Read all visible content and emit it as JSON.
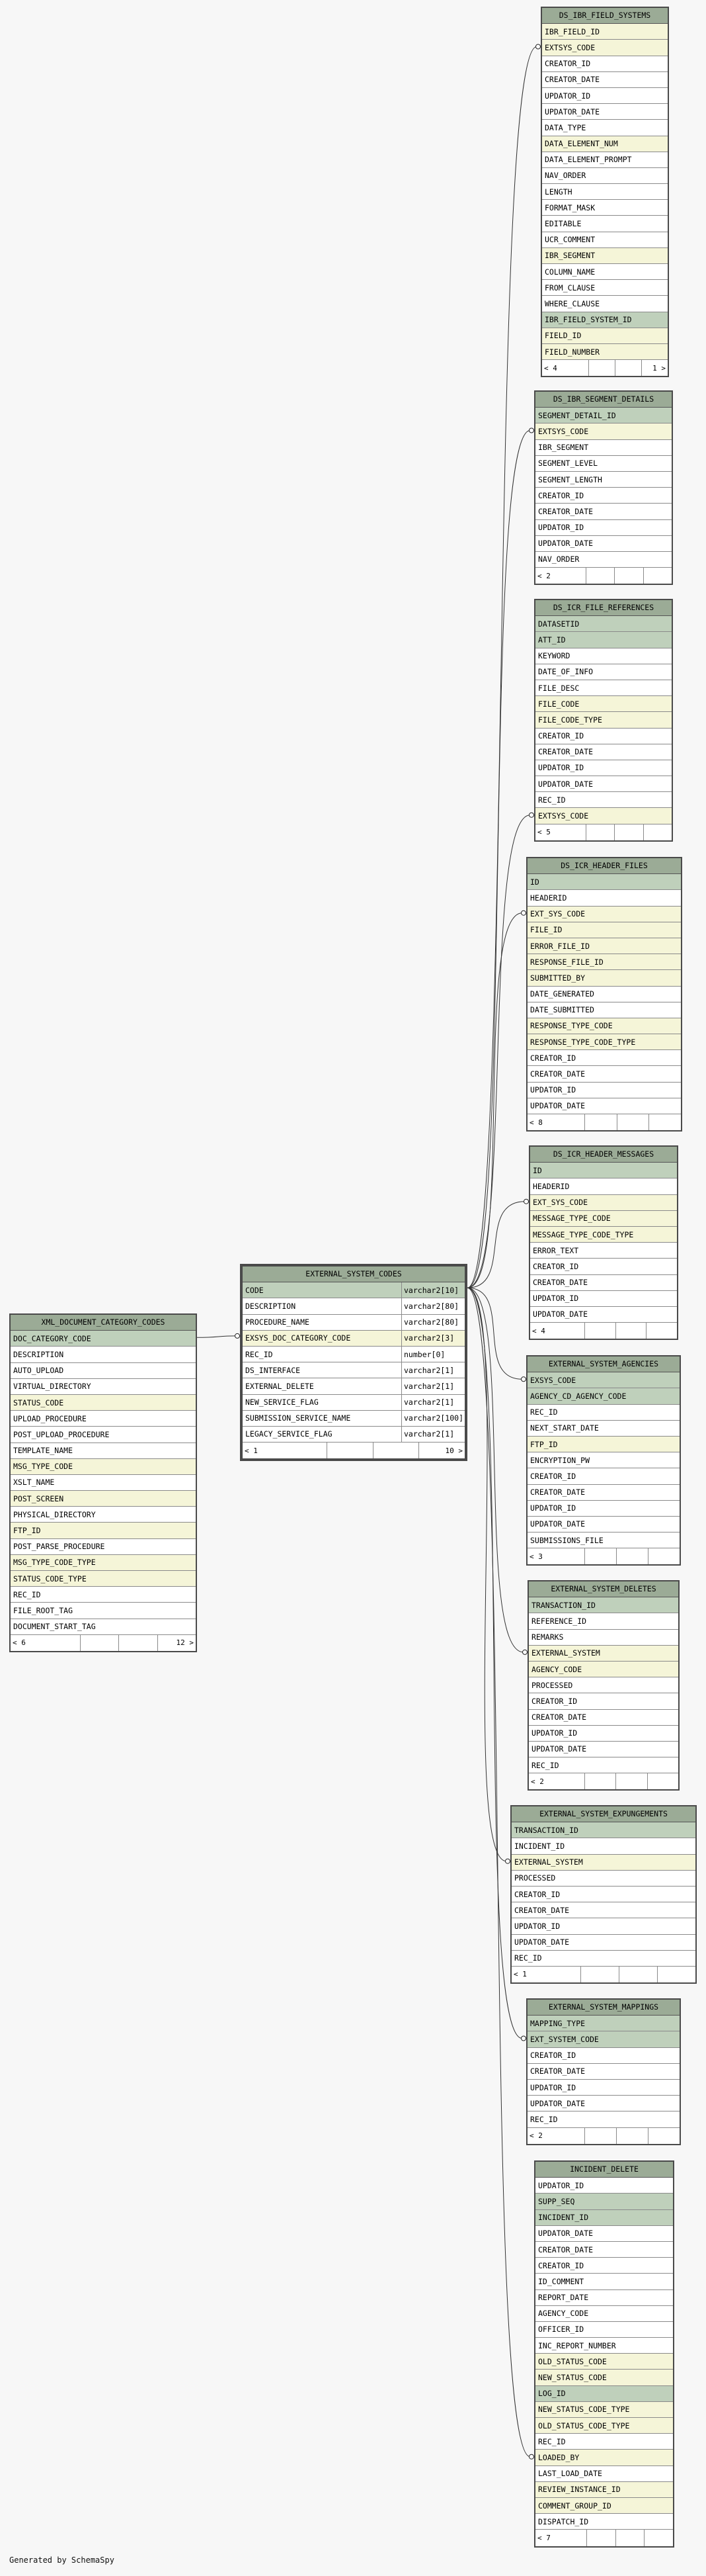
{
  "footer": {
    "credit": "Generated by SchemaSpy"
  },
  "tables": [
    {
      "name": "DS_IBR_FIELD_SYSTEMS",
      "cols": [
        {
          "n": "IBR_FIELD_ID",
          "k": "fk"
        },
        {
          "n": "EXTSYS_CODE",
          "k": "fk"
        },
        {
          "n": "CREATOR_ID",
          "k": ""
        },
        {
          "n": "CREATOR_DATE",
          "k": ""
        },
        {
          "n": "UPDATOR_ID",
          "k": ""
        },
        {
          "n": "UPDATOR_DATE",
          "k": ""
        },
        {
          "n": "DATA_TYPE",
          "k": ""
        },
        {
          "n": "DATA_ELEMENT_NUM",
          "k": "fk"
        },
        {
          "n": "DATA_ELEMENT_PROMPT",
          "k": ""
        },
        {
          "n": "NAV_ORDER",
          "k": ""
        },
        {
          "n": "LENGTH",
          "k": ""
        },
        {
          "n": "FORMAT_MASK",
          "k": ""
        },
        {
          "n": "EDITABLE",
          "k": ""
        },
        {
          "n": "UCR_COMMENT",
          "k": ""
        },
        {
          "n": "IBR_SEGMENT",
          "k": "fk"
        },
        {
          "n": "COLUMN_NAME",
          "k": ""
        },
        {
          "n": "FROM_CLAUSE",
          "k": ""
        },
        {
          "n": "WHERE_CLAUSE",
          "k": ""
        },
        {
          "n": "IBR_FIELD_SYSTEM_ID",
          "k": "pk"
        },
        {
          "n": "FIELD_ID",
          "k": "fk"
        },
        {
          "n": "FIELD_NUMBER",
          "k": "fk"
        }
      ],
      "foot": [
        "< 4",
        "",
        "",
        "1 >"
      ]
    },
    {
      "name": "DS_IBR_SEGMENT_DETAILS",
      "cols": [
        {
          "n": "SEGMENT_DETAIL_ID",
          "k": "pk"
        },
        {
          "n": "EXTSYS_CODE",
          "k": "fk"
        },
        {
          "n": "IBR_SEGMENT",
          "k": ""
        },
        {
          "n": "SEGMENT_LEVEL",
          "k": ""
        },
        {
          "n": "SEGMENT_LENGTH",
          "k": ""
        },
        {
          "n": "CREATOR_ID",
          "k": ""
        },
        {
          "n": "CREATOR_DATE",
          "k": ""
        },
        {
          "n": "UPDATOR_ID",
          "k": ""
        },
        {
          "n": "UPDATOR_DATE",
          "k": ""
        },
        {
          "n": "NAV_ORDER",
          "k": ""
        }
      ],
      "foot": [
        "< 2",
        "",
        "",
        ""
      ]
    },
    {
      "name": "DS_ICR_FILE_REFERENCES",
      "cols": [
        {
          "n": "DATASETID",
          "k": "pk"
        },
        {
          "n": "ATT_ID",
          "k": "pk"
        },
        {
          "n": "KEYWORD",
          "k": ""
        },
        {
          "n": "DATE_OF_INFO",
          "k": ""
        },
        {
          "n": "FILE_DESC",
          "k": ""
        },
        {
          "n": "FILE_CODE",
          "k": "fk"
        },
        {
          "n": "FILE_CODE_TYPE",
          "k": "fk"
        },
        {
          "n": "CREATOR_ID",
          "k": ""
        },
        {
          "n": "CREATOR_DATE",
          "k": ""
        },
        {
          "n": "UPDATOR_ID",
          "k": ""
        },
        {
          "n": "UPDATOR_DATE",
          "k": ""
        },
        {
          "n": "REC_ID",
          "k": ""
        },
        {
          "n": "EXTSYS_CODE",
          "k": "fk"
        }
      ],
      "foot": [
        "< 5",
        "",
        "",
        ""
      ]
    },
    {
      "name": "DS_ICR_HEADER_FILES",
      "cols": [
        {
          "n": "ID",
          "k": "pk"
        },
        {
          "n": "HEADERID",
          "k": ""
        },
        {
          "n": "EXT_SYS_CODE",
          "k": "fk"
        },
        {
          "n": "FILE_ID",
          "k": "fk"
        },
        {
          "n": "ERROR_FILE_ID",
          "k": "fk"
        },
        {
          "n": "RESPONSE_FILE_ID",
          "k": "fk"
        },
        {
          "n": "SUBMITTED_BY",
          "k": "fk"
        },
        {
          "n": "DATE_GENERATED",
          "k": ""
        },
        {
          "n": "DATE_SUBMITTED",
          "k": ""
        },
        {
          "n": "RESPONSE_TYPE_CODE",
          "k": "fk"
        },
        {
          "n": "RESPONSE_TYPE_CODE_TYPE",
          "k": "fk"
        },
        {
          "n": "CREATOR_ID",
          "k": ""
        },
        {
          "n": "CREATOR_DATE",
          "k": ""
        },
        {
          "n": "UPDATOR_ID",
          "k": ""
        },
        {
          "n": "UPDATOR_DATE",
          "k": ""
        }
      ],
      "foot": [
        "< 8",
        "",
        "",
        ""
      ]
    },
    {
      "name": "DS_ICR_HEADER_MESSAGES",
      "cols": [
        {
          "n": "ID",
          "k": "pk"
        },
        {
          "n": "HEADERID",
          "k": ""
        },
        {
          "n": "EXT_SYS_CODE",
          "k": "fk"
        },
        {
          "n": "MESSAGE_TYPE_CODE",
          "k": "fk"
        },
        {
          "n": "MESSAGE_TYPE_CODE_TYPE",
          "k": "fk"
        },
        {
          "n": "ERROR_TEXT",
          "k": ""
        },
        {
          "n": "CREATOR_ID",
          "k": ""
        },
        {
          "n": "CREATOR_DATE",
          "k": ""
        },
        {
          "n": "UPDATOR_ID",
          "k": ""
        },
        {
          "n": "UPDATOR_DATE",
          "k": ""
        }
      ],
      "foot": [
        "< 4",
        "",
        "",
        ""
      ]
    },
    {
      "name": "EXTERNAL_SYSTEM_AGENCIES",
      "cols": [
        {
          "n": "EXSYS_CODE",
          "k": "pk"
        },
        {
          "n": "AGENCY_CD_AGENCY_CODE",
          "k": "pk"
        },
        {
          "n": "REC_ID",
          "k": ""
        },
        {
          "n": "NEXT_START_DATE",
          "k": ""
        },
        {
          "n": "FTP_ID",
          "k": "fk"
        },
        {
          "n": "ENCRYPTION_PW",
          "k": ""
        },
        {
          "n": "CREATOR_ID",
          "k": ""
        },
        {
          "n": "CREATOR_DATE",
          "k": ""
        },
        {
          "n": "UPDATOR_ID",
          "k": ""
        },
        {
          "n": "UPDATOR_DATE",
          "k": ""
        },
        {
          "n": "SUBMISSIONS_FILE",
          "k": ""
        }
      ],
      "foot": [
        "< 3",
        "",
        "",
        ""
      ]
    },
    {
      "name": "EXTERNAL_SYSTEM_DELETES",
      "cols": [
        {
          "n": "TRANSACTION_ID",
          "k": "pk"
        },
        {
          "n": "REFERENCE_ID",
          "k": ""
        },
        {
          "n": "REMARKS",
          "k": ""
        },
        {
          "n": "EXTERNAL_SYSTEM",
          "k": "fk"
        },
        {
          "n": "AGENCY_CODE",
          "k": "fk"
        },
        {
          "n": "PROCESSED",
          "k": ""
        },
        {
          "n": "CREATOR_ID",
          "k": ""
        },
        {
          "n": "CREATOR_DATE",
          "k": ""
        },
        {
          "n": "UPDATOR_ID",
          "k": ""
        },
        {
          "n": "UPDATOR_DATE",
          "k": ""
        },
        {
          "n": "REC_ID",
          "k": ""
        }
      ],
      "foot": [
        "< 2",
        "",
        "",
        ""
      ]
    },
    {
      "name": "EXTERNAL_SYSTEM_EXPUNGEMENTS",
      "cols": [
        {
          "n": "TRANSACTION_ID",
          "k": "pk"
        },
        {
          "n": "INCIDENT_ID",
          "k": ""
        },
        {
          "n": "EXTERNAL_SYSTEM",
          "k": "fk"
        },
        {
          "n": "PROCESSED",
          "k": ""
        },
        {
          "n": "CREATOR_ID",
          "k": ""
        },
        {
          "n": "CREATOR_DATE",
          "k": ""
        },
        {
          "n": "UPDATOR_ID",
          "k": ""
        },
        {
          "n": "UPDATOR_DATE",
          "k": ""
        },
        {
          "n": "REC_ID",
          "k": ""
        }
      ],
      "foot": [
        "< 1",
        "",
        "",
        ""
      ]
    },
    {
      "name": "EXTERNAL_SYSTEM_MAPPINGS",
      "cols": [
        {
          "n": "MAPPING_TYPE",
          "k": "pk"
        },
        {
          "n": "EXT_SYSTEM_CODE",
          "k": "pk"
        },
        {
          "n": "CREATOR_ID",
          "k": ""
        },
        {
          "n": "CREATOR_DATE",
          "k": ""
        },
        {
          "n": "UPDATOR_ID",
          "k": ""
        },
        {
          "n": "UPDATOR_DATE",
          "k": ""
        },
        {
          "n": "REC_ID",
          "k": ""
        }
      ],
      "foot": [
        "< 2",
        "",
        "",
        ""
      ]
    },
    {
      "name": "INCIDENT_DELETE",
      "cols": [
        {
          "n": "UPDATOR_ID",
          "k": ""
        },
        {
          "n": "SUPP_SEQ",
          "k": "pk"
        },
        {
          "n": "INCIDENT_ID",
          "k": "pk"
        },
        {
          "n": "UPDATOR_DATE",
          "k": ""
        },
        {
          "n": "CREATOR_DATE",
          "k": ""
        },
        {
          "n": "CREATOR_ID",
          "k": ""
        },
        {
          "n": "ID_COMMENT",
          "k": ""
        },
        {
          "n": "REPORT_DATE",
          "k": ""
        },
        {
          "n": "AGENCY_CODE",
          "k": ""
        },
        {
          "n": "OFFICER_ID",
          "k": ""
        },
        {
          "n": "INC_REPORT_NUMBER",
          "k": ""
        },
        {
          "n": "OLD_STATUS_CODE",
          "k": "fk"
        },
        {
          "n": "NEW_STATUS_CODE",
          "k": "fk"
        },
        {
          "n": "LOG_ID",
          "k": "pk"
        },
        {
          "n": "NEW_STATUS_CODE_TYPE",
          "k": "fk"
        },
        {
          "n": "OLD_STATUS_CODE_TYPE",
          "k": "fk"
        },
        {
          "n": "REC_ID",
          "k": ""
        },
        {
          "n": "LOADED_BY",
          "k": "fk"
        },
        {
          "n": "LAST_LOAD_DATE",
          "k": ""
        },
        {
          "n": "REVIEW_INSTANCE_ID",
          "k": "fk"
        },
        {
          "n": "COMMENT_GROUP_ID",
          "k": "fk"
        },
        {
          "n": "DISPATCH_ID",
          "k": ""
        }
      ],
      "foot": [
        "< 7",
        "",
        "",
        ""
      ]
    },
    {
      "name": "EXTERNAL_SYSTEM_CODES",
      "cols": [
        {
          "n": "CODE",
          "k": "pk",
          "t": "varchar2[10]"
        },
        {
          "n": "DESCRIPTION",
          "k": "",
          "t": "varchar2[80]"
        },
        {
          "n": "PROCEDURE_NAME",
          "k": "",
          "t": "varchar2[80]"
        },
        {
          "n": "EXSYS_DOC_CATEGORY_CODE",
          "k": "fk",
          "t": "varchar2[3]"
        },
        {
          "n": "REC_ID",
          "k": "",
          "t": "number[0]"
        },
        {
          "n": "DS_INTERFACE",
          "k": "",
          "t": "varchar2[1]"
        },
        {
          "n": "EXTERNAL_DELETE",
          "k": "",
          "t": "varchar2[1]"
        },
        {
          "n": "NEW_SERVICE_FLAG",
          "k": "",
          "t": "varchar2[1]"
        },
        {
          "n": "SUBMISSION_SERVICE_NAME",
          "k": "",
          "t": "varchar2[100]"
        },
        {
          "n": "LEGACY_SERVICE_FLAG",
          "k": "",
          "t": "varchar2[1]"
        }
      ],
      "foot": [
        "< 1",
        "",
        "",
        "10 >"
      ]
    },
    {
      "name": "XML_DOCUMENT_CATEGORY_CODES",
      "cols": [
        {
          "n": "DOC_CATEGORY_CODE",
          "k": "pk"
        },
        {
          "n": "DESCRIPTION",
          "k": ""
        },
        {
          "n": "AUTO_UPLOAD",
          "k": ""
        },
        {
          "n": "VIRTUAL_DIRECTORY",
          "k": ""
        },
        {
          "n": "STATUS_CODE",
          "k": "fk"
        },
        {
          "n": "UPLOAD_PROCEDURE",
          "k": ""
        },
        {
          "n": "POST_UPLOAD_PROCEDURE",
          "k": ""
        },
        {
          "n": "TEMPLATE_NAME",
          "k": ""
        },
        {
          "n": "MSG_TYPE_CODE",
          "k": "fk"
        },
        {
          "n": "XSLT_NAME",
          "k": ""
        },
        {
          "n": "POST_SCREEN",
          "k": "fk"
        },
        {
          "n": "PHYSICAL_DIRECTORY",
          "k": ""
        },
        {
          "n": "FTP_ID",
          "k": "fk"
        },
        {
          "n": "POST_PARSE_PROCEDURE",
          "k": ""
        },
        {
          "n": "MSG_TYPE_CODE_TYPE",
          "k": "fk"
        },
        {
          "n": "STATUS_CODE_TYPE",
          "k": "fk"
        },
        {
          "n": "REC_ID",
          "k": ""
        },
        {
          "n": "FILE_ROOT_TAG",
          "k": ""
        },
        {
          "n": "DOCUMENT_START_TAG",
          "k": ""
        }
      ],
      "foot": [
        "< 6",
        "",
        "",
        "12 >"
      ]
    }
  ]
}
